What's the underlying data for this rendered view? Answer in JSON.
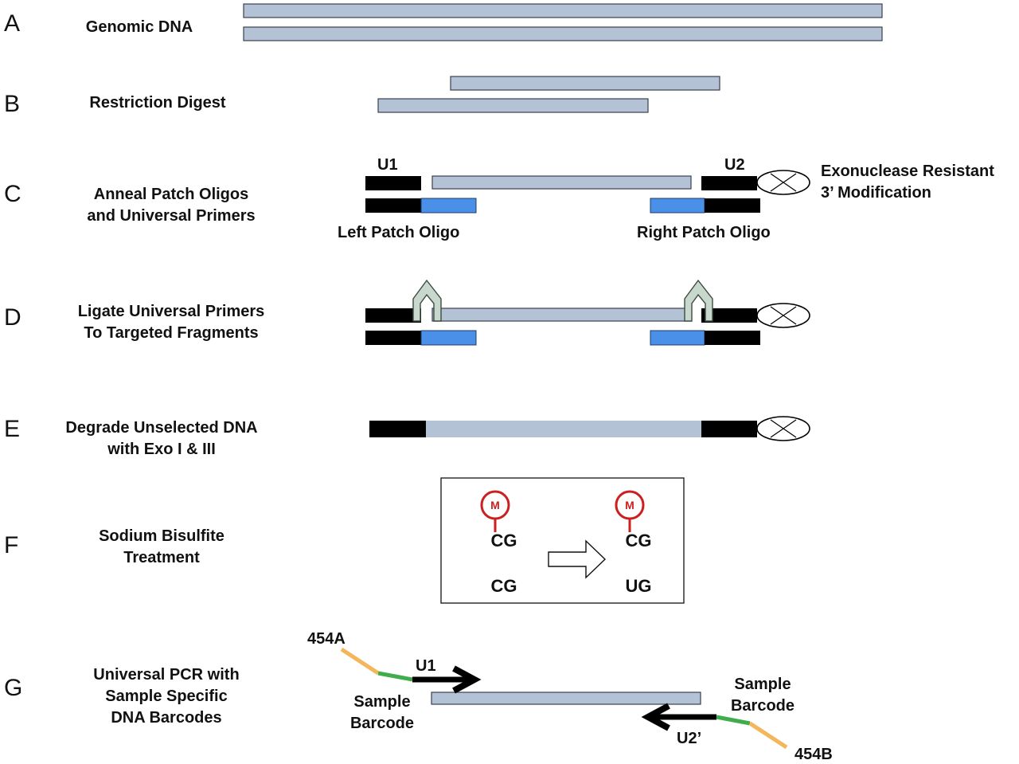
{
  "colors": {
    "dna_strand": "#b4c2d6",
    "dna_outline": "#39414d",
    "primer_black": "#000000",
    "patch_blue": "#4a90e8",
    "ligation_arrow": "#c9d8cc",
    "methyl_red": "#cc1f1f",
    "adapter_orange": "#f4b65a",
    "barcode_green": "#3fad4b"
  },
  "steps": [
    {
      "letter": "A",
      "description_lines": [
        "Genomic DNA"
      ]
    },
    {
      "letter": "B",
      "description_lines": [
        "Restriction Digest"
      ]
    },
    {
      "letter": "C",
      "description_lines": [
        "Anneal Patch Oligos",
        "and Universal Primers"
      ]
    },
    {
      "letter": "D",
      "description_lines": [
        "Ligate Universal Primers",
        "To Targeted Fragments"
      ]
    },
    {
      "letter": "E",
      "description_lines": [
        "Degrade Unselected DNA",
        "with Exo I & III"
      ]
    },
    {
      "letter": "F",
      "description_lines": [
        "Sodium Bisulfite",
        "Treatment"
      ]
    },
    {
      "letter": "G",
      "description_lines": [
        "Universal PCR with",
        "Sample Specific",
        "DNA Barcodes"
      ]
    }
  ],
  "labels": {
    "u1": "U1",
    "u2": "U2",
    "exonuclease_line1": "Exonuclease Resistant",
    "exonuclease_line2": "3’ Modification",
    "left_patch": "Left Patch Oligo",
    "right_patch": "Right Patch Oligo"
  },
  "bisulfite": {
    "methyl_symbol": "M",
    "before_methylated": "CG",
    "after_methylated": "CG",
    "before_unmethylated": "CG",
    "after_unmethylated": "UG"
  },
  "pcr": {
    "adapter_a": "454A",
    "adapter_b": "454B",
    "primer_forward": "U1",
    "primer_reverse": "U2’",
    "barcode_left_line1": "Sample",
    "barcode_left_line2": "Barcode",
    "barcode_right_line1": "Sample",
    "barcode_right_line2": "Barcode"
  }
}
